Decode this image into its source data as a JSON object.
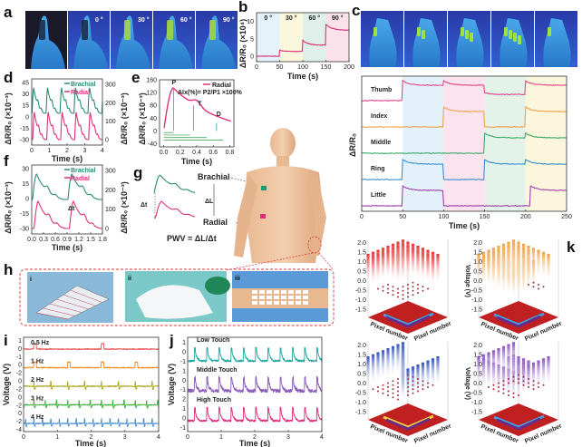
{
  "panel_labels": [
    "a",
    "b",
    "c",
    "d",
    "e",
    "f",
    "g",
    "h",
    "i",
    "j",
    "k"
  ],
  "a": {
    "angles": [
      "0 °",
      "30 °",
      "60 °",
      "90 °"
    ]
  },
  "b": {
    "ylabel": "ΔR/R₀ (×10⁴)",
    "xlabel": "Time (s)",
    "xticks": [
      "0",
      "50",
      "100",
      "150",
      "200"
    ],
    "yticks": [
      "0",
      "5",
      "10"
    ],
    "bands": [
      "0 °",
      "30 °",
      "60 °",
      "90 °"
    ],
    "line_color": "#d8327a"
  },
  "c": {
    "ylabel": "ΔR/R₀",
    "xlabel": "Time (s)",
    "xticks": [
      "0",
      "50",
      "100",
      "150",
      "200",
      "250"
    ],
    "fingers": [
      {
        "name": "Thumb",
        "color": "#e0468a"
      },
      {
        "name": "Index",
        "color": "#f0a050"
      },
      {
        "name": "Middle",
        "color": "#3aaa6a"
      },
      {
        "name": "Ring",
        "color": "#3a8fd0"
      },
      {
        "name": "Little",
        "color": "#a040b0"
      }
    ]
  },
  "d": {
    "ylabel_left": "ΔR/R₀ (×10⁻³)",
    "ylabel_right": "ΔR/R₀ (×10⁻³)",
    "xlabel": "Time (s)",
    "xticks": [
      "0",
      "1",
      "2",
      "3",
      "4"
    ],
    "yticks_left": [
      "45",
      "30",
      "15",
      "0",
      "-15",
      "-30"
    ],
    "yticks_right": [
      "300",
      "200",
      "100",
      "0"
    ],
    "legend": [
      "Brachial",
      "Radial"
    ]
  },
  "e": {
    "ylabel": "ΔR/R₀ (×10⁻³)",
    "xlabel": "Time (s)",
    "xticks": [
      "0.0",
      "0.2",
      "0.4",
      "0.6",
      "0.8"
    ],
    "yticks": [
      "160",
      "120",
      "80",
      "40",
      "0",
      "-40"
    ],
    "legend": "Radial",
    "formula": "AIx(%)= P2/P1 ×100%",
    "points": [
      "P",
      "T",
      "D"
    ]
  },
  "f": {
    "ylabel_left": "ΔR/R₀ (×10⁻³)",
    "ylabel_right": "ΔR/R₀ (×10⁻³)",
    "xlabel": "Time (s)",
    "xticks": [
      "0.0",
      "0.3",
      "0.6",
      "0.9",
      "1.2",
      "1.5",
      "1.8"
    ],
    "yticks_left": [
      "30",
      "15",
      "0",
      "-15",
      "-30"
    ],
    "yticks_right": [
      "300",
      "200",
      "100",
      "0"
    ],
    "legend": [
      "Brachial",
      "Radial"
    ],
    "delta": "Δt"
  },
  "g": {
    "brachial": "Brachial",
    "radial": "Radial",
    "dL": "ΔL",
    "dt": "Δt",
    "formula": "PWV = ΔL/Δt"
  },
  "h": {
    "sub": [
      "i",
      "ii",
      "iii"
    ]
  },
  "i": {
    "ylabel": "Voltage (V)",
    "xlabel": "Time (s)",
    "xticks": [
      "0",
      "1",
      "2",
      "3",
      "4"
    ],
    "traces": [
      "0.5 Hz",
      "1 Hz",
      "2 Hz",
      "3 Hz",
      "4 Hz"
    ],
    "colors": [
      "#e85050",
      "#f08a20",
      "#b0a820",
      "#40b040",
      "#4a90d0"
    ],
    "yticks": [
      "1",
      "0",
      "-1",
      "0",
      "-2",
      "0",
      "-2",
      "0",
      "-2",
      "0",
      "-2",
      "-4"
    ]
  },
  "j": {
    "ylabel": "Voltage (V)",
    "xlabel": "Time (s)",
    "xticks": [
      "0",
      "1",
      "2",
      "3",
      "4"
    ],
    "traces": [
      "Low Touch",
      "Middle Touch",
      "High Touch"
    ],
    "colors": [
      "#1aa8a0",
      "#8a5ab8",
      "#e0287a"
    ],
    "yticks": [
      "1",
      "0",
      "-1",
      "1",
      "0",
      "-1",
      "2",
      "1",
      "0",
      "-1"
    ]
  },
  "k": {
    "xlabel": "Pixel number",
    "ylabel": "Pixel number",
    "zlabel": "Voltage (V)",
    "zticks": [
      "2.0",
      "1.5",
      "1.0",
      "0.5",
      "0.0",
      "-0.5",
      "-1.0",
      "-1.5"
    ],
    "colors": [
      "#e83030",
      "#f0a040",
      "#3050c0",
      "#8a50c0"
    ]
  }
}
